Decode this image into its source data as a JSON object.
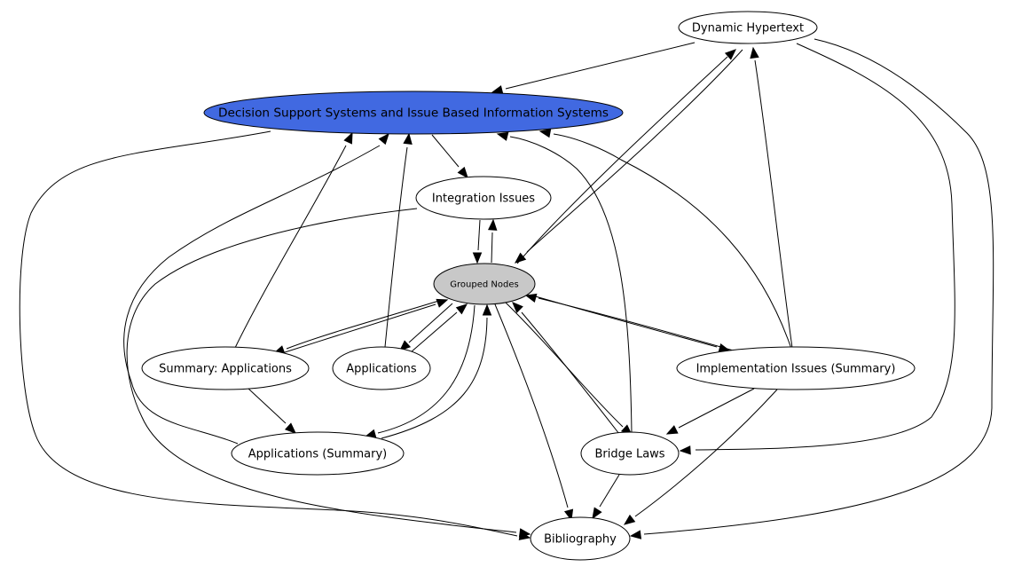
{
  "colors": {
    "highlight_fill": "#4169e1",
    "grouped_fill": "#c8c8c8",
    "default_fill": "#ffffff",
    "stroke": "#000000"
  },
  "nodes": {
    "dynamic_hypertext": {
      "label": "Dynamic Hypertext"
    },
    "decision_support": {
      "label": "Decision Support Systems and Issue Based Information Systems"
    },
    "integration_issues": {
      "label": "Integration Issues"
    },
    "grouped_nodes": {
      "label": "Grouped Nodes"
    },
    "summary_applications": {
      "label": "Summary: Applications"
    },
    "applications": {
      "label": "Applications"
    },
    "implementation_issues_summary": {
      "label": "Implementation Issues (Summary)"
    },
    "applications_summary": {
      "label": "Applications (Summary)"
    },
    "bridge_laws": {
      "label": "Bridge Laws"
    },
    "bibliography": {
      "label": "Bibliography"
    }
  },
  "edges": [
    {
      "from": "dynamic_hypertext",
      "to": "decision_support"
    },
    {
      "from": "grouped_nodes",
      "to": "dynamic_hypertext"
    },
    {
      "from": "dynamic_hypertext",
      "to": "grouped_nodes"
    },
    {
      "from": "implementation_issues_summary",
      "to": "dynamic_hypertext"
    },
    {
      "from": "dynamic_hypertext",
      "to": "bridge_laws"
    },
    {
      "from": "dynamic_hypertext",
      "to": "bibliography"
    },
    {
      "from": "decision_support",
      "to": "integration_issues"
    },
    {
      "from": "decision_support",
      "to": "bibliography"
    },
    {
      "from": "integration_issues",
      "to": "grouped_nodes"
    },
    {
      "from": "grouped_nodes",
      "to": "integration_issues"
    },
    {
      "from": "integration_issues",
      "to": "bibliography"
    },
    {
      "from": "summary_applications",
      "to": "decision_support"
    },
    {
      "from": "applications",
      "to": "decision_support"
    },
    {
      "from": "applications_summary",
      "to": "decision_support"
    },
    {
      "from": "bridge_laws",
      "to": "decision_support"
    },
    {
      "from": "implementation_issues_summary",
      "to": "decision_support"
    },
    {
      "from": "grouped_nodes",
      "to": "summary_applications"
    },
    {
      "from": "summary_applications",
      "to": "grouped_nodes"
    },
    {
      "from": "grouped_nodes",
      "to": "applications"
    },
    {
      "from": "applications",
      "to": "grouped_nodes"
    },
    {
      "from": "grouped_nodes",
      "to": "applications_summary"
    },
    {
      "from": "applications_summary",
      "to": "grouped_nodes"
    },
    {
      "from": "grouped_nodes",
      "to": "implementation_issues_summary"
    },
    {
      "from": "implementation_issues_summary",
      "to": "grouped_nodes"
    },
    {
      "from": "grouped_nodes",
      "to": "bridge_laws"
    },
    {
      "from": "bridge_laws",
      "to": "grouped_nodes"
    },
    {
      "from": "grouped_nodes",
      "to": "bibliography"
    },
    {
      "from": "summary_applications",
      "to": "applications_summary"
    },
    {
      "from": "implementation_issues_summary",
      "to": "bridge_laws"
    },
    {
      "from": "implementation_issues_summary",
      "to": "bibliography"
    },
    {
      "from": "bridge_laws",
      "to": "bibliography"
    }
  ]
}
